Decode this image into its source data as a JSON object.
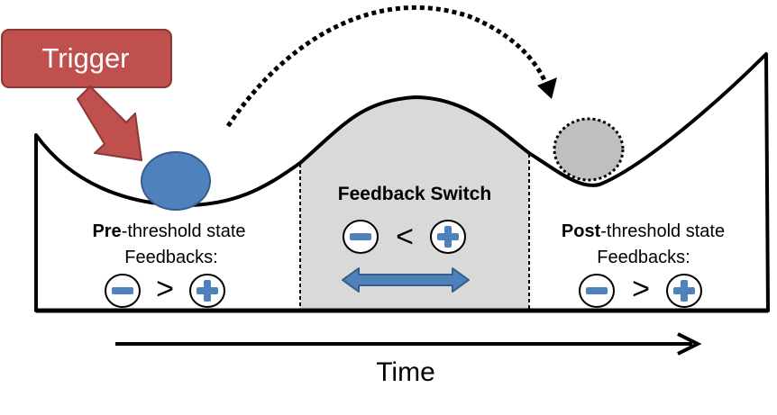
{
  "trigger": {
    "label": "Trigger"
  },
  "pre_state": {
    "title_bold": "Pre",
    "title_rest": "-threshold state",
    "feedbacks_label": "Feedbacks:",
    "comparison": ">"
  },
  "switch": {
    "title": "Feedback Switch",
    "comparison": "<"
  },
  "post_state": {
    "title_bold": "Post",
    "title_rest": "-threshold state",
    "feedbacks_label": "Feedbacks:",
    "comparison": ">"
  },
  "time_axis": {
    "label": "Time"
  },
  "colors": {
    "trigger_fill": "#c0504d",
    "trigger_border": "#8c3836",
    "ball_fill": "#4f81bd",
    "ball_border": "#385d8a",
    "ghost_ball_fill": "#bfbfbf",
    "switch_region": "#d9d9d9",
    "symbol_blue": "#4f81bd"
  },
  "icons": {
    "minus": "minus-circle-icon",
    "plus": "plus-circle-icon",
    "double_arrow": "double-headed-arrow-icon",
    "trigger_arrow": "trigger-arrow-icon",
    "jump_arrow": "dotted-jump-arrow-icon",
    "time_arrow": "time-arrow-icon"
  }
}
